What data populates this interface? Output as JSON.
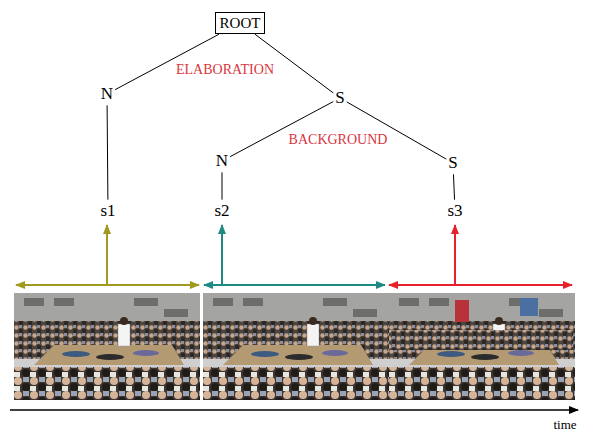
{
  "diagram": {
    "nodes": [
      {
        "text": [
          "ROOT"
        ]
      },
      {
        "text": [
          "N"
        ]
      },
      {
        "text": [
          "S"
        ]
      },
      {
        "text": [
          "N"
        ]
      },
      {
        "text": [
          "S"
        ]
      },
      {
        "text": [
          "s1"
        ]
      },
      {
        "text": [
          "s2"
        ]
      },
      {
        "text": [
          "s3"
        ]
      }
    ],
    "edges": [
      {
        "from": 0,
        "to": 1,
        "arrow": "none"
      },
      {
        "from": 0,
        "to": 2,
        "arrow": "none"
      },
      {
        "from": 2,
        "to": 3,
        "arrow": "none"
      },
      {
        "from": 2,
        "to": 4,
        "arrow": "none"
      },
      {
        "from": 1,
        "to": 5,
        "arrow": "none"
      },
      {
        "from": 3,
        "to": 6,
        "arrow": "none"
      },
      {
        "from": 4,
        "to": 7,
        "arrow": "none"
      }
    ],
    "labels": [
      "ELABORATION",
      "BACKGROUND",
      "time"
    ]
  }
}
